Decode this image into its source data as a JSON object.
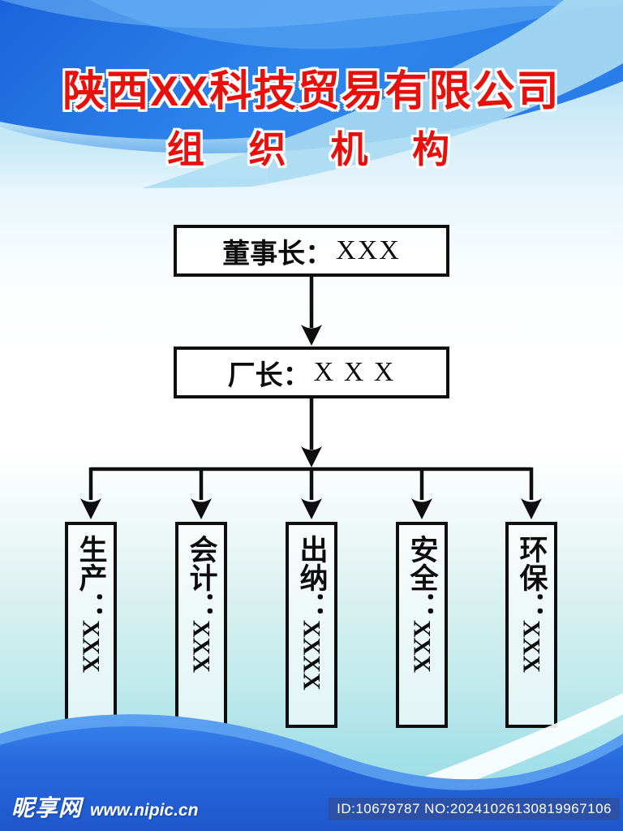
{
  "poster": {
    "title": "陕西XX科技贸易有限公司",
    "subtitle": "组 织 机 构"
  },
  "org_chart": {
    "level1": {
      "label": "董事长：",
      "value": "XXX"
    },
    "level2": {
      "label": "厂长：",
      "value": "X X X"
    },
    "departments": [
      {
        "label": "生产：",
        "value": "XXX"
      },
      {
        "label": "会计：",
        "value": "XXX"
      },
      {
        "label": "出纳：",
        "value": "XXXX"
      },
      {
        "label": "安全：",
        "value": "XXX"
      },
      {
        "label": "环保：",
        "value": "XXX"
      }
    ]
  },
  "watermark": {
    "site_name": "昵享网",
    "site_url": "www.nipic.cn",
    "id_text": "ID:10679787 NO:20241026130819967106"
  },
  "colors": {
    "title_red": "#e8100c",
    "line_black": "#0e0e0e",
    "top_wave_blue": "#1f6fe0",
    "top_wave_light": "#58a6f0",
    "cyan_band": "#aadcf2",
    "bottom_wave_blue": "#2f7ce8",
    "footer_bar_blue": "#2257cc",
    "id_badge_blue": "#2c51a8",
    "watermark_white": "#ffffff"
  }
}
